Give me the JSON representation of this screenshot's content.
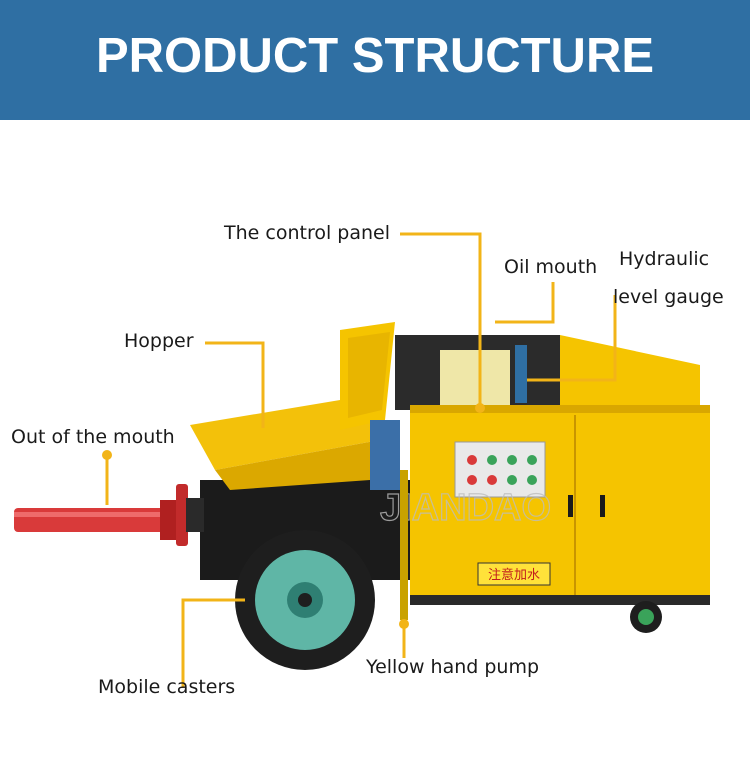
{
  "header": {
    "title": "PRODUCT STRUCTURE"
  },
  "labels": {
    "control_panel": "The control panel",
    "oil_mouth": "Oil mouth",
    "hydraulic_line1": "Hydraulic",
    "hydraulic_line2": "level gauge",
    "hopper": "Hopper",
    "out_of_mouth": "Out of the mouth",
    "mobile_casters": "Mobile casters",
    "hand_pump": "Yellow hand pump"
  },
  "machine": {
    "notice_plate": "注意加水",
    "watermark": "JIANDAO"
  },
  "colors": {
    "banner": "#2f6fa3",
    "leader_line": "#f2b418",
    "machine_body": "#f5c400",
    "outlet_pipe": "#d93a3a"
  }
}
